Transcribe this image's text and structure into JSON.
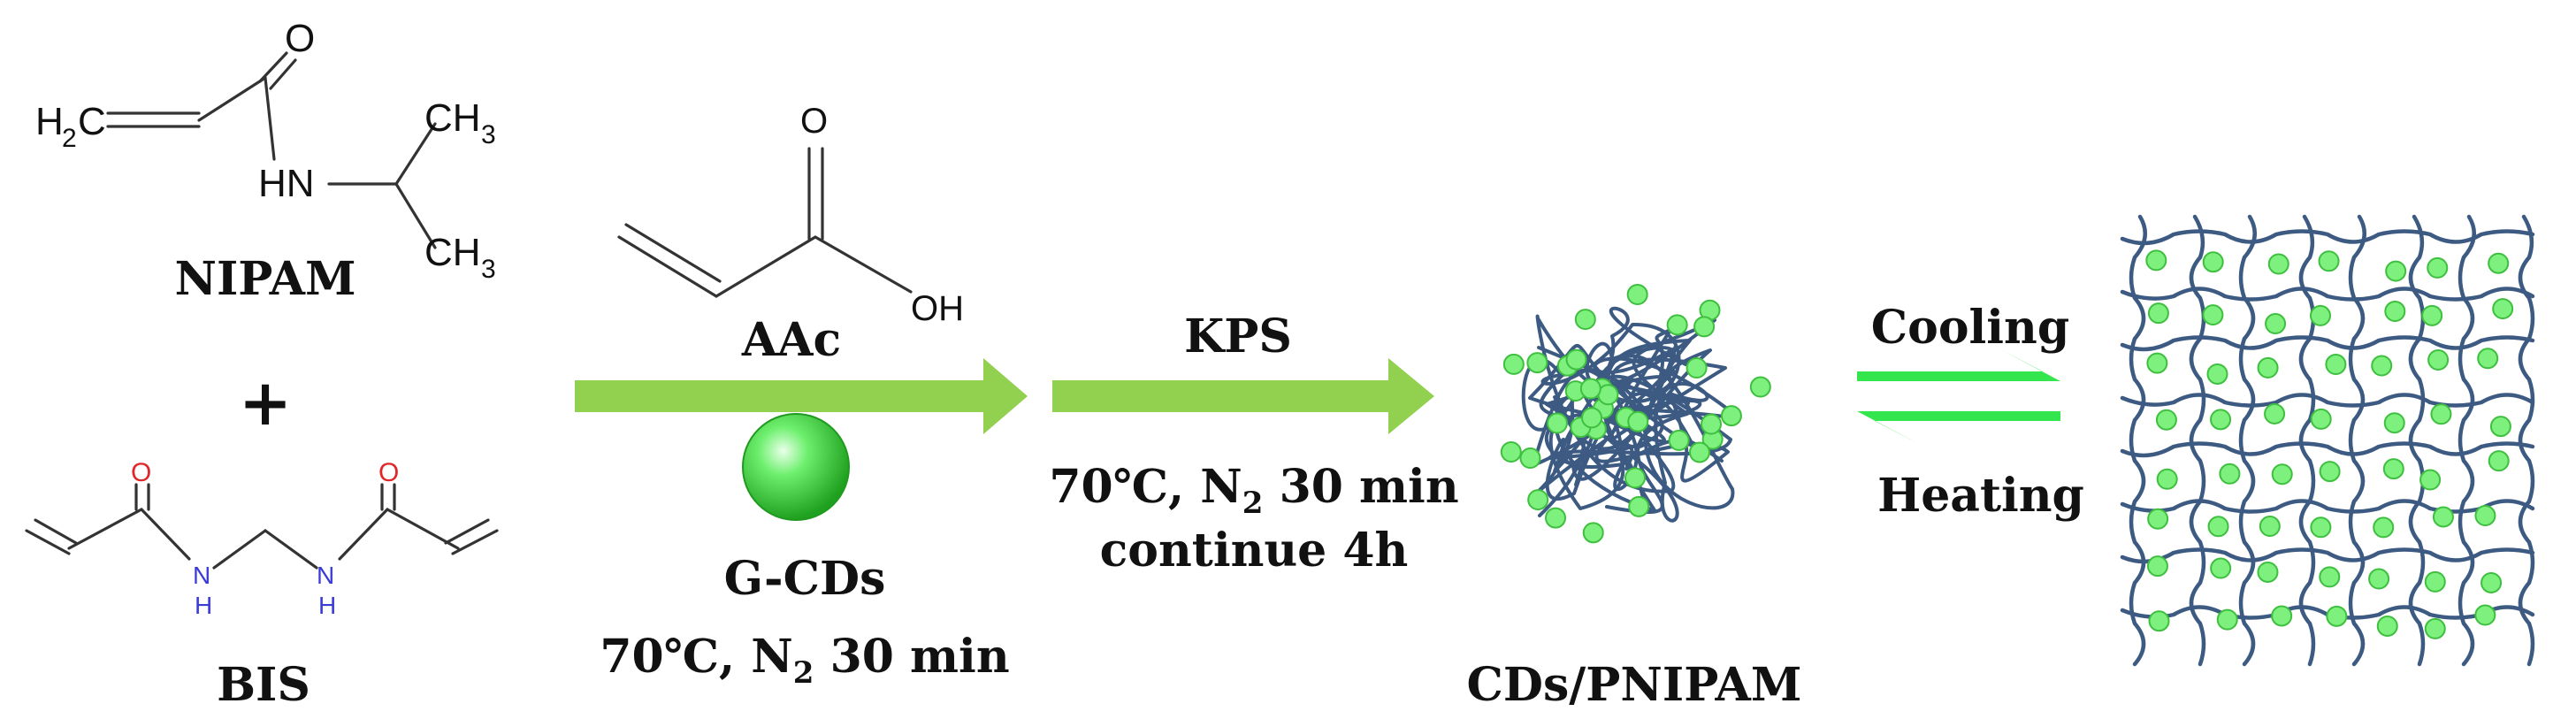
{
  "nipam": {
    "name": "NIPAM",
    "atoms": {
      "h2c": "H",
      "h2c_sub": "2",
      "h2c_c": "C",
      "o": "O",
      "hn": "HN",
      "ch3_top": "CH",
      "ch3_bot": "CH",
      "sub3": "3"
    }
  },
  "plus": "+",
  "bis": {
    "name": "BIS",
    "atoms": {
      "o": "O",
      "n": "N",
      "h": "H"
    }
  },
  "aac": {
    "name": "AAc",
    "atoms": {
      "o": "O",
      "oh": "OH"
    }
  },
  "step1": {
    "reagent": "G-CDs",
    "conditions_prefix": "70℃, N",
    "conditions_sub": "2",
    "conditions_suffix": " 30 min"
  },
  "step2": {
    "reagent": "KPS",
    "line1_prefix": "70℃, N",
    "line1_sub": "2",
    "line1_suffix": " 30 min",
    "line2": "continue  4h"
  },
  "product": {
    "label": "CDs/PNIPAM"
  },
  "equilibrium": {
    "forward": "Cooling",
    "reverse": "Heating"
  },
  "colors": {
    "arrow": "#92d050",
    "eq_arrow": "#33e64d",
    "dot": "#7df07d",
    "dot_stroke": "#3fbf3f",
    "chain": "#3c5a82"
  }
}
